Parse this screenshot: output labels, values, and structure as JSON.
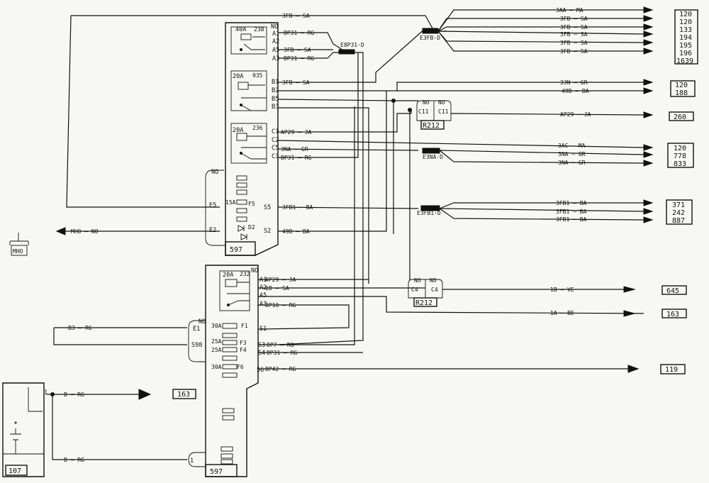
{
  "unit_top": {
    "id": "597",
    "relays": [
      {
        "rating": "40A",
        "code": "238"
      },
      {
        "rating": "20A",
        "code": "935"
      },
      {
        "rating": "20A",
        "code": "236"
      }
    ],
    "fuse_15a": {
      "rating": "15A",
      "id": "F5"
    },
    "diode": "D2",
    "no_label": "NO",
    "no_label_left": "NO",
    "pins": [
      "A1",
      "A2",
      "A5",
      "A3",
      "B1",
      "B2",
      "B5",
      "B3",
      "C1",
      "C2",
      "C5",
      "C3",
      "S5",
      "S2",
      "E5",
      "E2"
    ]
  },
  "unit_bottom": {
    "id": "597",
    "relay": {
      "rating": "20A",
      "code": "232"
    },
    "fuses": [
      {
        "rating": "30A",
        "id": "F1"
      },
      {
        "rating": "25A",
        "id": "F3"
      },
      {
        "rating": "25A",
        "id": "F4"
      },
      {
        "rating": "30A",
        "id": "F6"
      }
    ],
    "no_label": "NO",
    "no_label_left": "NO",
    "pins": [
      "A1",
      "A2",
      "A5",
      "A3",
      "S1",
      "S3",
      "S4",
      "S6",
      "E1",
      "S98",
      "1"
    ]
  },
  "wires": {
    "top_3fb": "3FB — SA",
    "a1": "BP31 — RG",
    "a5": "3FB — SA",
    "a3": "BP31 — RG",
    "b1": "3FB — SA",
    "c1": "AP29 — JA",
    "c5": "3NA — GR",
    "c3": "BP31 — RG",
    "s5": "3FB1 — BA",
    "s2": "49B — BA",
    "e2": "MH0 — NO",
    "ba1": "AP29 — JA",
    "ba2": "1B — SA",
    "ba3": "BP10 — RG",
    "bs3": "BP7 — RG",
    "bs4": "BP31 — RG",
    "bs6": "BP42 — RG",
    "be1": "B3 — RG",
    "batt": "B — RG",
    "batt2": "B — RG"
  },
  "splices": [
    "E3FB·D",
    "E8P31·D",
    "E3NA·D",
    "E3FB1·D"
  ],
  "connectors": [
    {
      "id": "R212",
      "left": "C11",
      "right": "C11",
      "no": "NO"
    },
    {
      "id": "R212",
      "left": "C4",
      "right": "C4",
      "no": "NO"
    }
  ],
  "right_wires": {
    "g1": [
      "3AA — MA",
      "3FB — SA",
      "3FB — SA",
      "3FB — SA",
      "3FB — SA",
      "3FB — SA"
    ],
    "g2": [
      "3JN — GR",
      "49B — BA"
    ],
    "g3": [
      "AP29 — JA"
    ],
    "g4": [
      "3AC — MA",
      "3NA — GR",
      "3NA — GR"
    ],
    "g5": [
      "3FB1 — BA",
      "3FB1 — BA",
      "3FB1 — BA"
    ],
    "g6": [
      "1B — VE"
    ],
    "g7": [
      "1A — BE"
    ],
    "g8": [
      "BP42 — RG"
    ]
  },
  "references": {
    "g1": [
      "120",
      "120",
      "133",
      "194",
      "195",
      "196",
      "1639"
    ],
    "g2": [
      "120",
      "188"
    ],
    "g3": [
      "260"
    ],
    "g4": [
      "120",
      "778",
      "833"
    ],
    "g5": [
      "371",
      "242",
      "887"
    ],
    "g6": [
      "645"
    ],
    "g7": [
      "163"
    ],
    "g8": [
      "119"
    ],
    "battery_ref": "163"
  },
  "ground": "MHO",
  "battery": "107",
  "battery_pin": "1"
}
